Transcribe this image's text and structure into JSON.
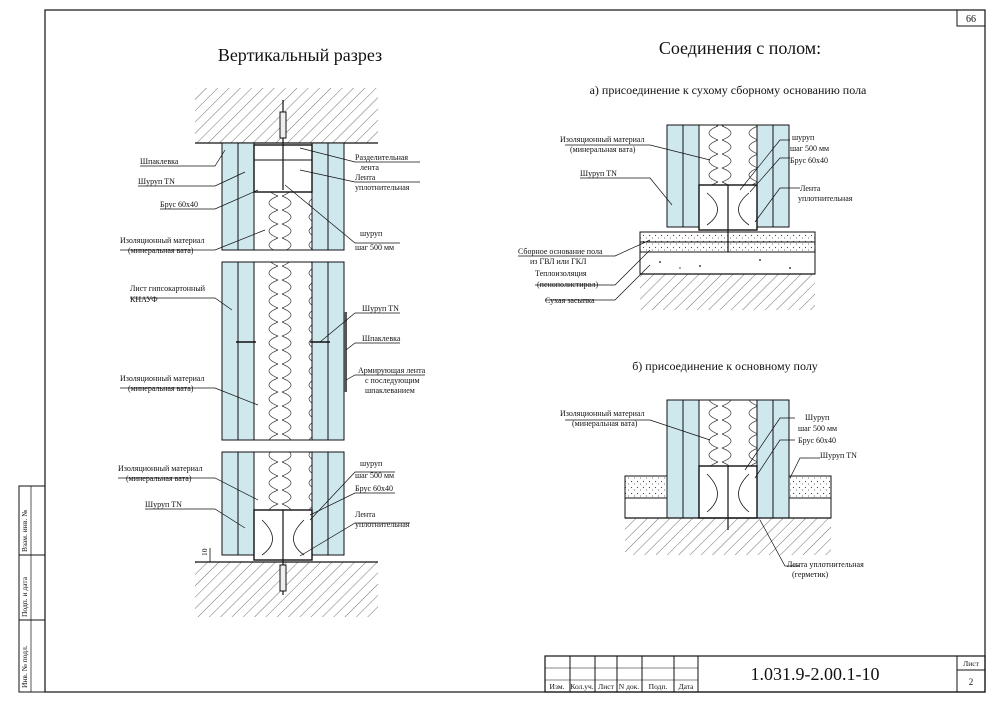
{
  "sheet_number": "66",
  "title_left": "Вертикальный разрез",
  "title_right": "Соединения с полом:",
  "subtitle_a": "а)  присоединение к сухому сборному основанию пола",
  "subtitle_b": "б)  присоединение к основному полу",
  "left_labels": {
    "shpaklevka_top": "Шпаклевка",
    "shurup_tn_top": "Шуруп TN",
    "brus_top": "Брус 60х40",
    "izol_top_1": "Изоляционный материал",
    "izol_top_2": "(минеральная вата)",
    "list_1": "Лист гипсокартонный",
    "list_2": "КНАУФ",
    "izol_mid_1": "Изоляционный материал",
    "izol_mid_2": "(минеральная вата)",
    "izol_bot_1": "Изоляционный материал",
    "izol_bot_2": "(минеральная вата)",
    "shurup_tn_bot": "Шуруп TN",
    "dim_10": "10"
  },
  "right_labels": {
    "razdel_1": "Разделительная",
    "razdel_2": "лента",
    "lenta_top_1": "Лента",
    "lenta_top_2": "уплотнительная",
    "shurup_top_1": "шуруп",
    "shurup_top_2": "шаг 500 мм",
    "shurup_tn_mid": "Шуруп TN",
    "shpaklevka_mid": "Шпаклевка",
    "arm_1": "Армирующая лента",
    "arm_2": "с последующим",
    "arm_3": "шпаклеванием",
    "shurup_bot_1": "шуруп",
    "shurup_bot_2": "шаг 500 мм",
    "brus_bot": "Брус 60х40",
    "lenta_bot_1": "Лента",
    "lenta_bot_2": "уплотнительная"
  },
  "detail_a": {
    "izol_1": "Изоляционный материал",
    "izol_2": "(минеральная вата)",
    "shurup_tn": "Шуруп TN",
    "shurup_1": "шуруп",
    "shurup_2": "шаг 500 мм",
    "brus": "Брус 60х40",
    "lenta_1": "Лента",
    "lenta_2": "уплотнительная",
    "osn_1": "Сборное основание пола",
    "osn_2": "из ГВЛ или ГКЛ",
    "teplo_1": "Теплоизоляция",
    "teplo_2": "(пенополистирол)",
    "zasypka": "Сухая засыпка"
  },
  "detail_b": {
    "izol_1": "Изоляционный материал",
    "izol_2": "(минеральная вата)",
    "shurup_1": "Шуруп",
    "shurup_2": "шаг 500 мм",
    "brus": "Брус 60х40",
    "shurup_tn": "Шуруп TN",
    "lenta_1": "Лента уплотнительная",
    "lenta_2": "(герметик)"
  },
  "side_stamp": {
    "vzam": "Взам. инв. №",
    "podp": "Подп. и дата",
    "inv": "Инв. № подл."
  },
  "title_block": {
    "code": "1.031.9-2.00.1-10",
    "cols": [
      "Изм.",
      "Кол.уч.",
      "Лист",
      "N док.",
      "Подп.",
      "Дата"
    ],
    "list_label": "Лист",
    "list_value": "2"
  },
  "colors": {
    "gkl": "#cfe8ee",
    "line": "#111111"
  }
}
